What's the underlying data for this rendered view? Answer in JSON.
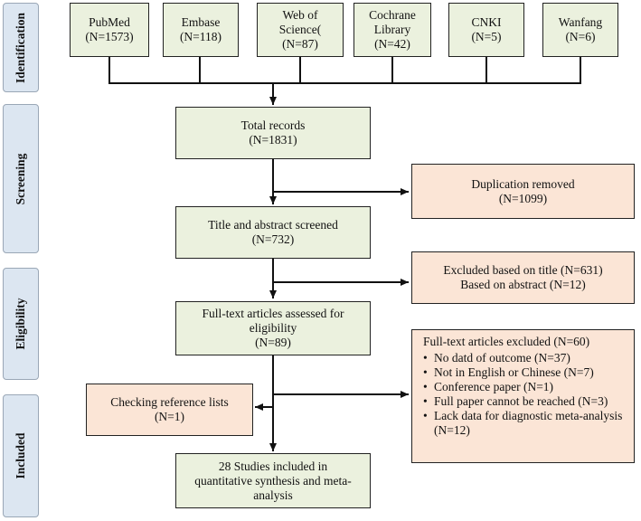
{
  "stages": {
    "identification": "Identification",
    "screening": "Screening",
    "eligibility": "Eligibility",
    "included": "Included"
  },
  "sources": [
    {
      "name": "PubMed",
      "count": "(N=1573)"
    },
    {
      "name": "Embase",
      "count": "(N=118)"
    },
    {
      "name": "Web of Science(",
      "count": "(N=87)"
    },
    {
      "name": "Cochrane Library",
      "count": "(N=42)"
    },
    {
      "name": "CNKI",
      "count": "(N=5)"
    },
    {
      "name": "Wanfang",
      "count": "(N=6)"
    }
  ],
  "total_records": {
    "label": "Total records",
    "count": "(N=1831)"
  },
  "duplication": {
    "label": "Duplication removed",
    "count": "(N=1099)"
  },
  "title_abstract": {
    "label": "Title and abstract screened",
    "count": "(N=732)"
  },
  "excluded_title": {
    "line1": "Excluded based on title (N=631)",
    "line2": "Based on abstract (N=12)"
  },
  "fulltext": {
    "label": "Full-text articles assessed for eligibility",
    "count": "(N=89)"
  },
  "fulltext_excluded": {
    "title": "Full-text articles excluded (N=60)",
    "items": [
      "No datd of outcome (N=37)",
      "Not in English or Chinese (N=7)",
      "Conference paper (N=1)",
      "Full paper cannot be reached (N=3)",
      "Lack data for diagnostic meta-analysis (N=12)"
    ]
  },
  "reference_lists": {
    "label": "Checking reference lists",
    "count": "(N=1)"
  },
  "included": {
    "label": "28 Studies included in quantitative synthesis and meta-analysis"
  },
  "colors": {
    "stage_fill": "#dce6f1",
    "process_fill": "#ebf1de",
    "exclusion_fill": "#fbe5d6"
  }
}
